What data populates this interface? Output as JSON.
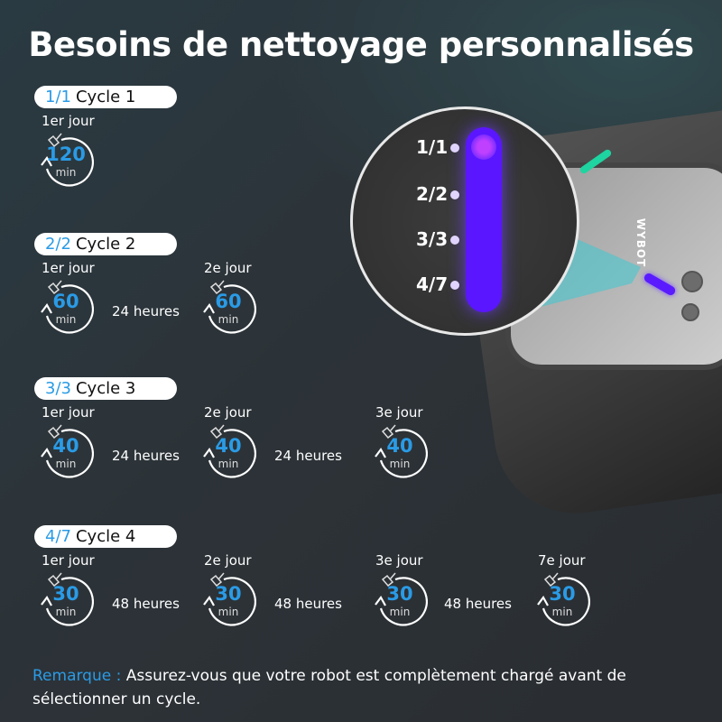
{
  "title": "Besoins de nettoyage personnalisés",
  "colors": {
    "accent": "#2a9be6",
    "led": "#5a16ff",
    "stripe": "#1ed4a0"
  },
  "cycles": [
    {
      "frac": "1/1",
      "label": "Cycle 1",
      "days": [
        {
          "day": "1er jour",
          "value": "120",
          "unit": "min"
        }
      ],
      "gaps": []
    },
    {
      "frac": "2/2",
      "label": "Cycle 2",
      "days": [
        {
          "day": "1er jour",
          "value": "60",
          "unit": "min"
        },
        {
          "day": "2e jour",
          "value": "60",
          "unit": "min"
        }
      ],
      "gaps": [
        "24 heures"
      ]
    },
    {
      "frac": "3/3",
      "label": "Cycle 3",
      "days": [
        {
          "day": "1er jour",
          "value": "40",
          "unit": "min"
        },
        {
          "day": "2e jour",
          "value": "40",
          "unit": "min"
        },
        {
          "day": "3e jour",
          "value": "40",
          "unit": "min"
        }
      ],
      "gaps": [
        "24 heures",
        "24 heures"
      ]
    },
    {
      "frac": "4/7",
      "label": "Cycle 4",
      "days": [
        {
          "day": "1er jour",
          "value": "30",
          "unit": "min"
        },
        {
          "day": "2e jour",
          "value": "30",
          "unit": "min"
        },
        {
          "day": "3e jour",
          "value": "30",
          "unit": "min"
        },
        {
          "day": "7e jour",
          "value": "30",
          "unit": "min"
        }
      ],
      "gaps": [
        "48 heures",
        "48 heures",
        "48 heures"
      ]
    }
  ],
  "indicator": {
    "levels": [
      "1/1",
      "2/2",
      "3/3",
      "4/7"
    ]
  },
  "robot": {
    "brand": "WYBOT"
  },
  "note": {
    "label": "Remarque :",
    "text": " Assurez-vous que votre robot est complètement chargé avant de sélectionner un cycle."
  }
}
